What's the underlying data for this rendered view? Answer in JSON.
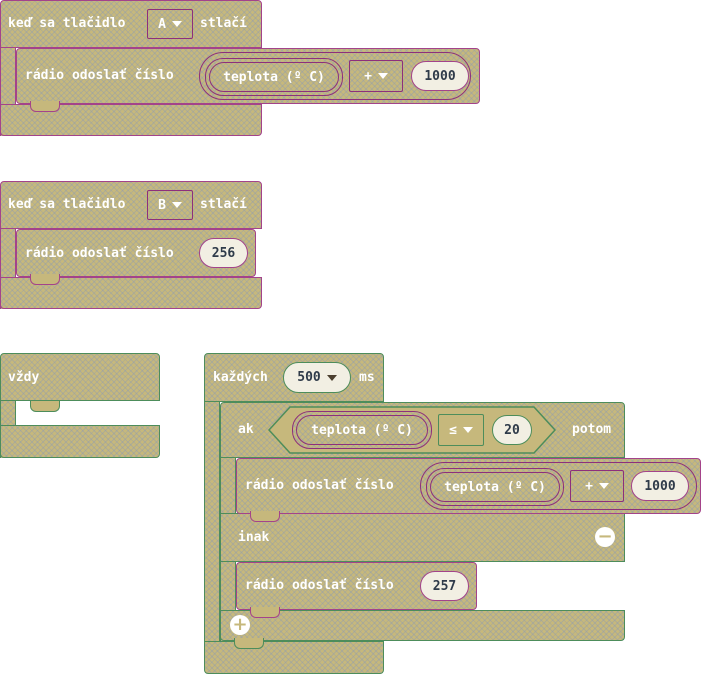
{
  "block_a": {
    "hat_prefix": "keď sa tlačidlo",
    "button_value": "A",
    "hat_suffix": "stlačí",
    "send_label": "rádio odoslať číslo",
    "reporter": "teplota (º C)",
    "operator": "+",
    "number": "1000"
  },
  "block_b": {
    "hat_prefix": "keď sa tlačidlo",
    "button_value": "B",
    "hat_suffix": "stlačí",
    "send_label": "rádio odoslať číslo",
    "number": "256"
  },
  "forever": {
    "label": "vždy"
  },
  "every": {
    "prefix": "každých",
    "interval": "500",
    "unit": "ms",
    "if_label": "ak",
    "cond_reporter": "teplota (º C)",
    "cond_operator": "≤",
    "cond_value": "20",
    "then_label": "potom",
    "then_send_label": "rádio odoslať číslo",
    "then_reporter": "teplota (º C)",
    "then_operator": "+",
    "then_number": "1000",
    "else_label": "inak",
    "else_send_label": "rádio odoslať číslo",
    "else_number": "257",
    "remove_icon": "minus-circle-icon",
    "add_icon": "plus-circle-icon"
  },
  "colors": {
    "block_fill": "#c6b87c",
    "pattern": "#8296be",
    "radio_border": "#a4438a",
    "loop_border": "#4d8d5b",
    "text": "#ffffff",
    "value_text": "#2f3b4a"
  }
}
